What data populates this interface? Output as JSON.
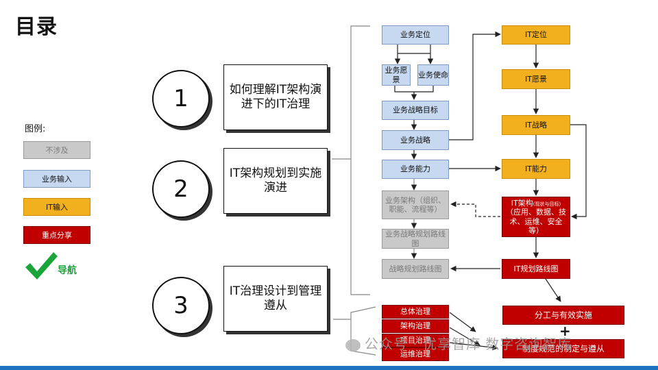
{
  "title": "目录",
  "legend": {
    "heading": "图例:",
    "items": [
      {
        "label": "不涉及",
        "style": "gray"
      },
      {
        "label": "业务输入",
        "style": "blue"
      },
      {
        "label": "IT输入",
        "style": "orange"
      },
      {
        "label": "重点分享",
        "style": "red"
      }
    ],
    "nav_label": "导航"
  },
  "sections": [
    {
      "number": "1",
      "title": "如何理解IT架构演进下的IT治理"
    },
    {
      "number": "2",
      "title": "IT架构规划到实施演进"
    },
    {
      "number": "3",
      "title": "IT治理设计到管理遵从"
    }
  ],
  "business": {
    "positioning": "业务定位",
    "vision": "业务愿景",
    "mission": "业务使命",
    "strategy_goal": "业务战略目标",
    "strategy": "业务战略",
    "capability": "业务能力",
    "architecture": "业务架构（组织、职能、流程等）",
    "roadmap": "业务战略规划路线图",
    "strategy_roadmap": "战略规划路线图"
  },
  "it": {
    "positioning": "IT定位",
    "vision": "IT愿景",
    "strategy": "IT战略",
    "capability": "IT能力",
    "architecture_title": "IT架构",
    "architecture_small": "(现状与目标)",
    "architecture_detail": "（应用、数据、技术、运维、安全等）",
    "roadmap": "IT规划路线图"
  },
  "governance": {
    "items": [
      "总体治理",
      "架构治理",
      "项目治理",
      "运维治理"
    ],
    "division": "分工与有效实施",
    "plus": "+",
    "policy": "制度规范的制定与遵从"
  },
  "watermark": "公众号 · 优享智库  数字咨询智库",
  "colors": {
    "blue": "#c6d9f1",
    "gray": "#c9c9c9",
    "orange": "#f2b01e",
    "red": "#c00000",
    "check": "#1aa53a"
  }
}
